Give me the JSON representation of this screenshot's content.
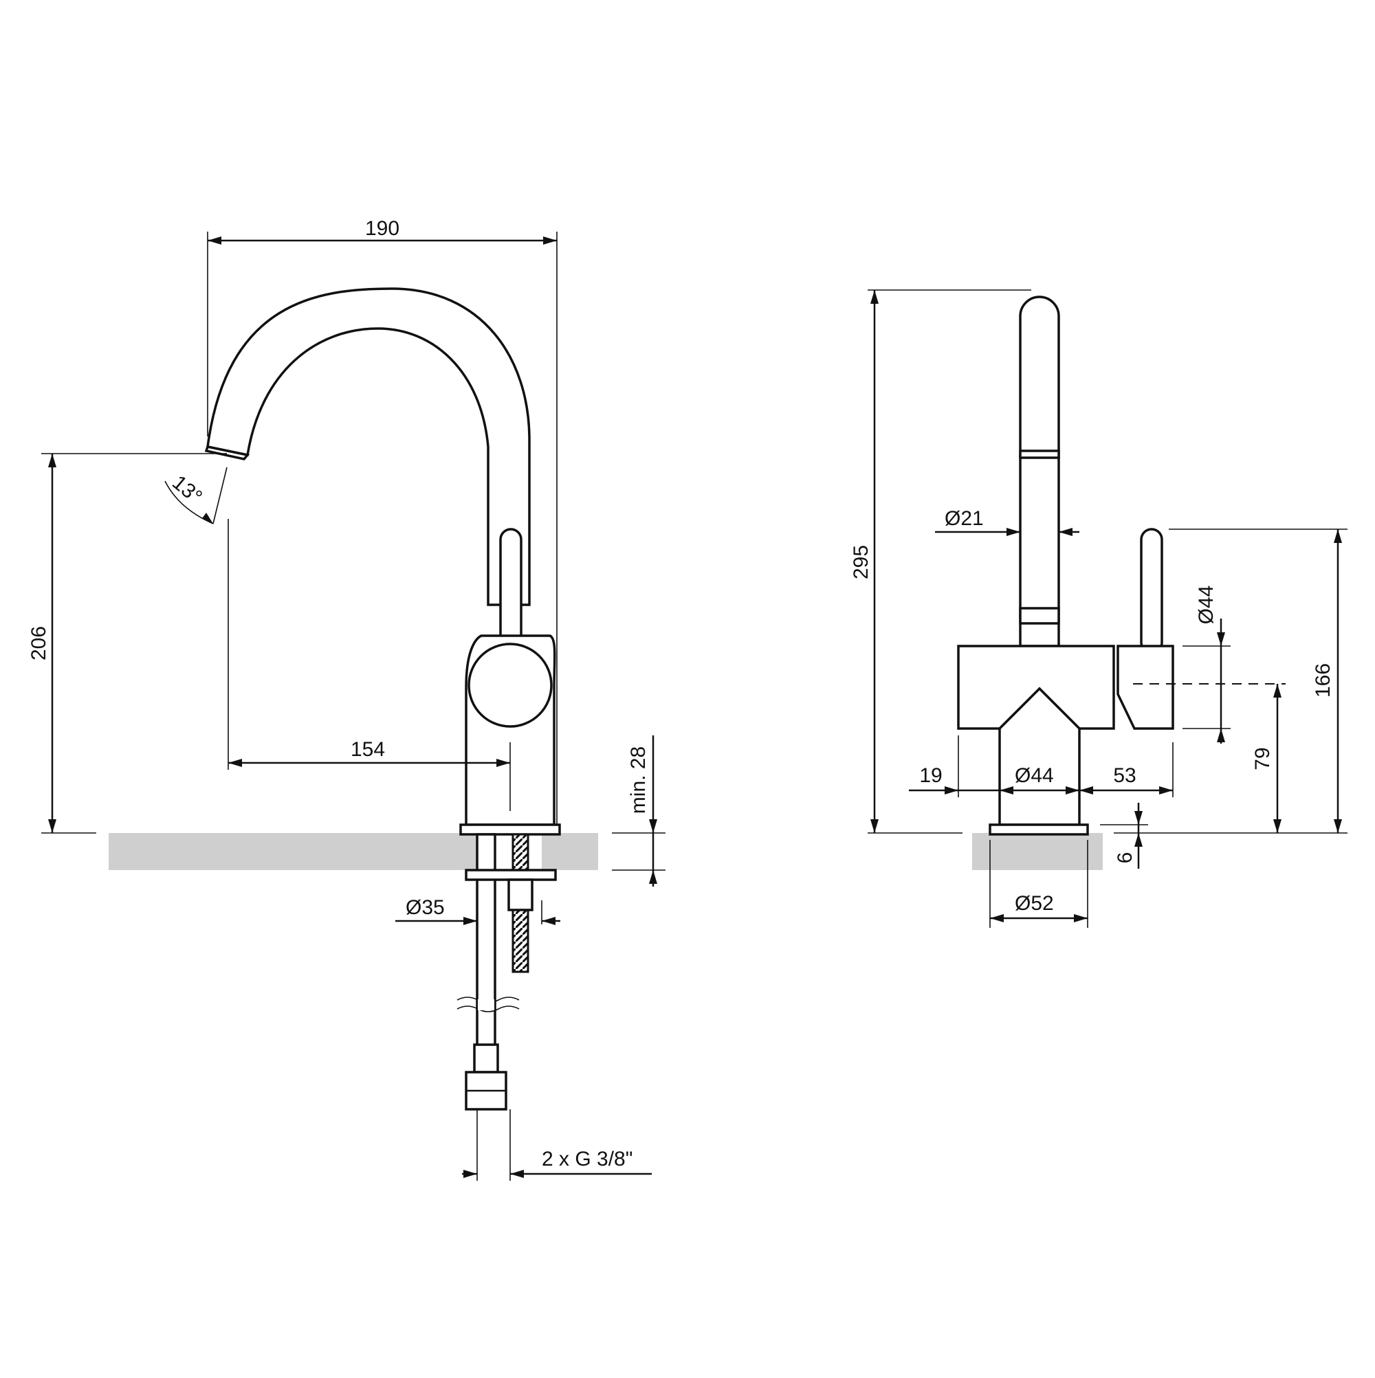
{
  "side_view": {
    "width_label": "190",
    "spout_height_label": "206",
    "angle_label": "13°",
    "reach_label": "154",
    "min_thickness_label": "min. 28",
    "shank_diameter_label": "35",
    "connection_label": "2 x G 3/8\""
  },
  "front_view": {
    "total_height_label": "295",
    "spout_diameter_label": "21",
    "handle_diameter_label": "44",
    "lever_height_label": "166",
    "axis_height_label": "79",
    "left_offset_label": "19",
    "body_diameter_label": "44",
    "right_offset_label": "53",
    "base_height_label": "6",
    "base_diameter_label": "52"
  },
  "diameter_symbol": "Ø"
}
